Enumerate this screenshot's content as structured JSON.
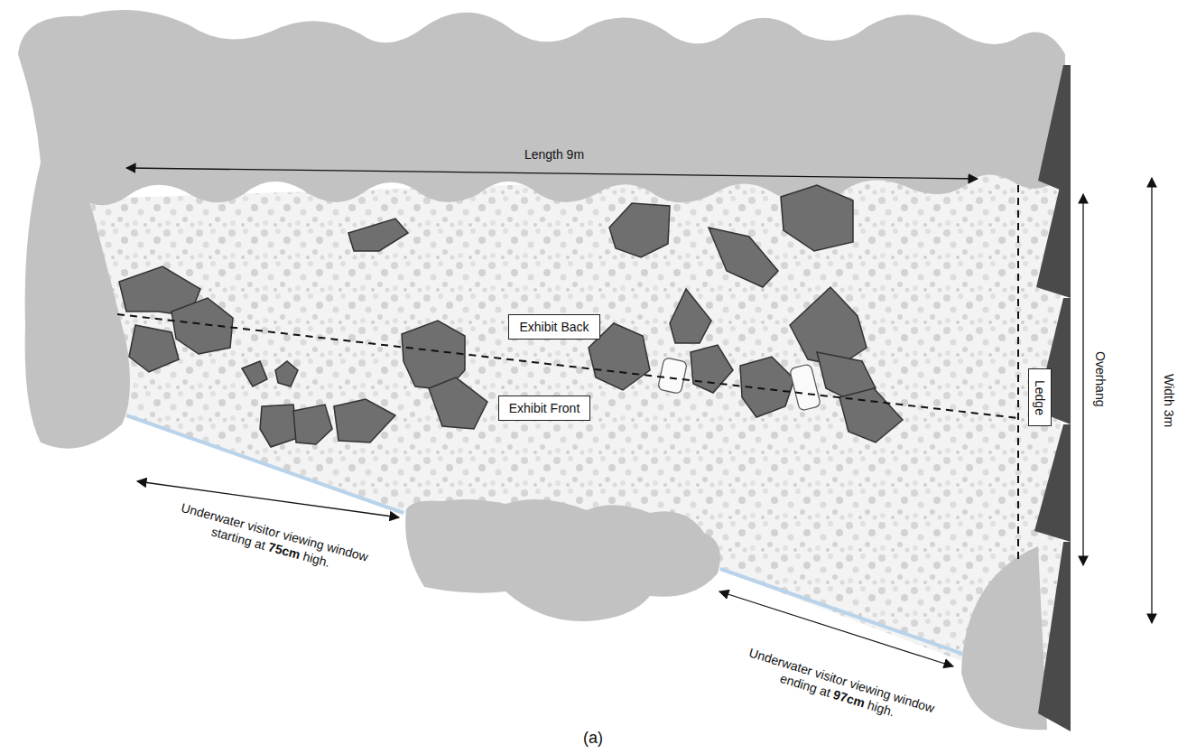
{
  "diagram": {
    "caption": "(a)",
    "nodes": [
      {
        "text": [
          "Exhibit Back"
        ]
      },
      {
        "text": [
          "Exhibit Front"
        ]
      },
      {
        "text": [
          "Ledge"
        ]
      }
    ],
    "labels": [
      "Length 9m",
      "Overhang",
      "Width 3m",
      "Underwater visitor viewing window starting at 75cm high.",
      "Underwater visitor viewing window ending at 97cm high."
    ]
  }
}
